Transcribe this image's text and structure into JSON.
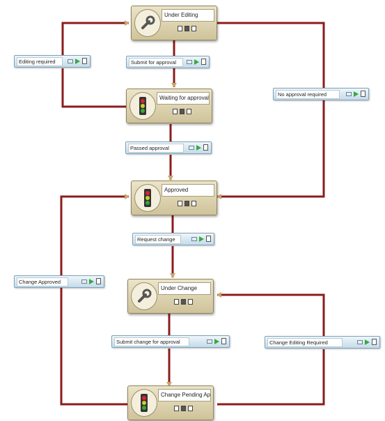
{
  "states": [
    {
      "id": "under-editing",
      "label": "Under Editing",
      "icon": "wrench-icon"
    },
    {
      "id": "waiting-approval",
      "label": "Waiting for approval",
      "icon": "traffic-light-icon"
    },
    {
      "id": "approved",
      "label": "Approved",
      "icon": "traffic-light-icon"
    },
    {
      "id": "under-change",
      "label": "Under Change",
      "icon": "wrench-icon"
    },
    {
      "id": "change-pending",
      "label": "Change Pending Appr",
      "icon": "traffic-light-icon"
    }
  ],
  "transitions": [
    {
      "id": "editing-required",
      "label": "Editing required"
    },
    {
      "id": "submit-approval",
      "label": "Submit for approval"
    },
    {
      "id": "no-approval",
      "label": "No approval required"
    },
    {
      "id": "passed-approval",
      "label": "Passed approval"
    },
    {
      "id": "request-change",
      "label": "Request change"
    },
    {
      "id": "change-approved",
      "label": "Change Approved"
    },
    {
      "id": "submit-change",
      "label": "Submit change for approval"
    },
    {
      "id": "change-editing",
      "label": "Change Editing Required"
    }
  ],
  "colors": {
    "wire": "#8b1c1c",
    "wire_highlight": "#c25a5a",
    "arrowhead": "#c9a46a"
  }
}
